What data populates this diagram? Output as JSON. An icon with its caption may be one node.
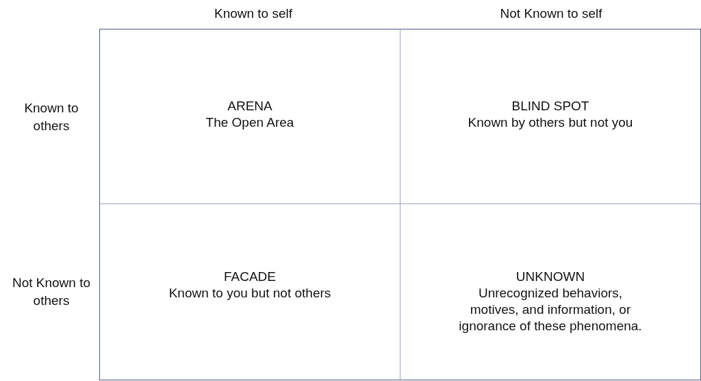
{
  "diagram": {
    "nodes": [
      {
        "text": [
          "ARENA",
          "The Open Area"
        ]
      },
      {
        "text": [
          "BLIND SPOT",
          "Known by others but not you"
        ]
      },
      {
        "text": [
          "FACADE",
          "Known to you but not others"
        ]
      },
      {
        "text": [
          "UNKNOWN",
          "Unrecognized behaviors, motives, and information, or ignorance of these phenomena."
        ]
      }
    ],
    "labels": [
      "Known to self",
      "Not Known to self",
      "Known to others",
      "Not Known to others"
    ]
  }
}
